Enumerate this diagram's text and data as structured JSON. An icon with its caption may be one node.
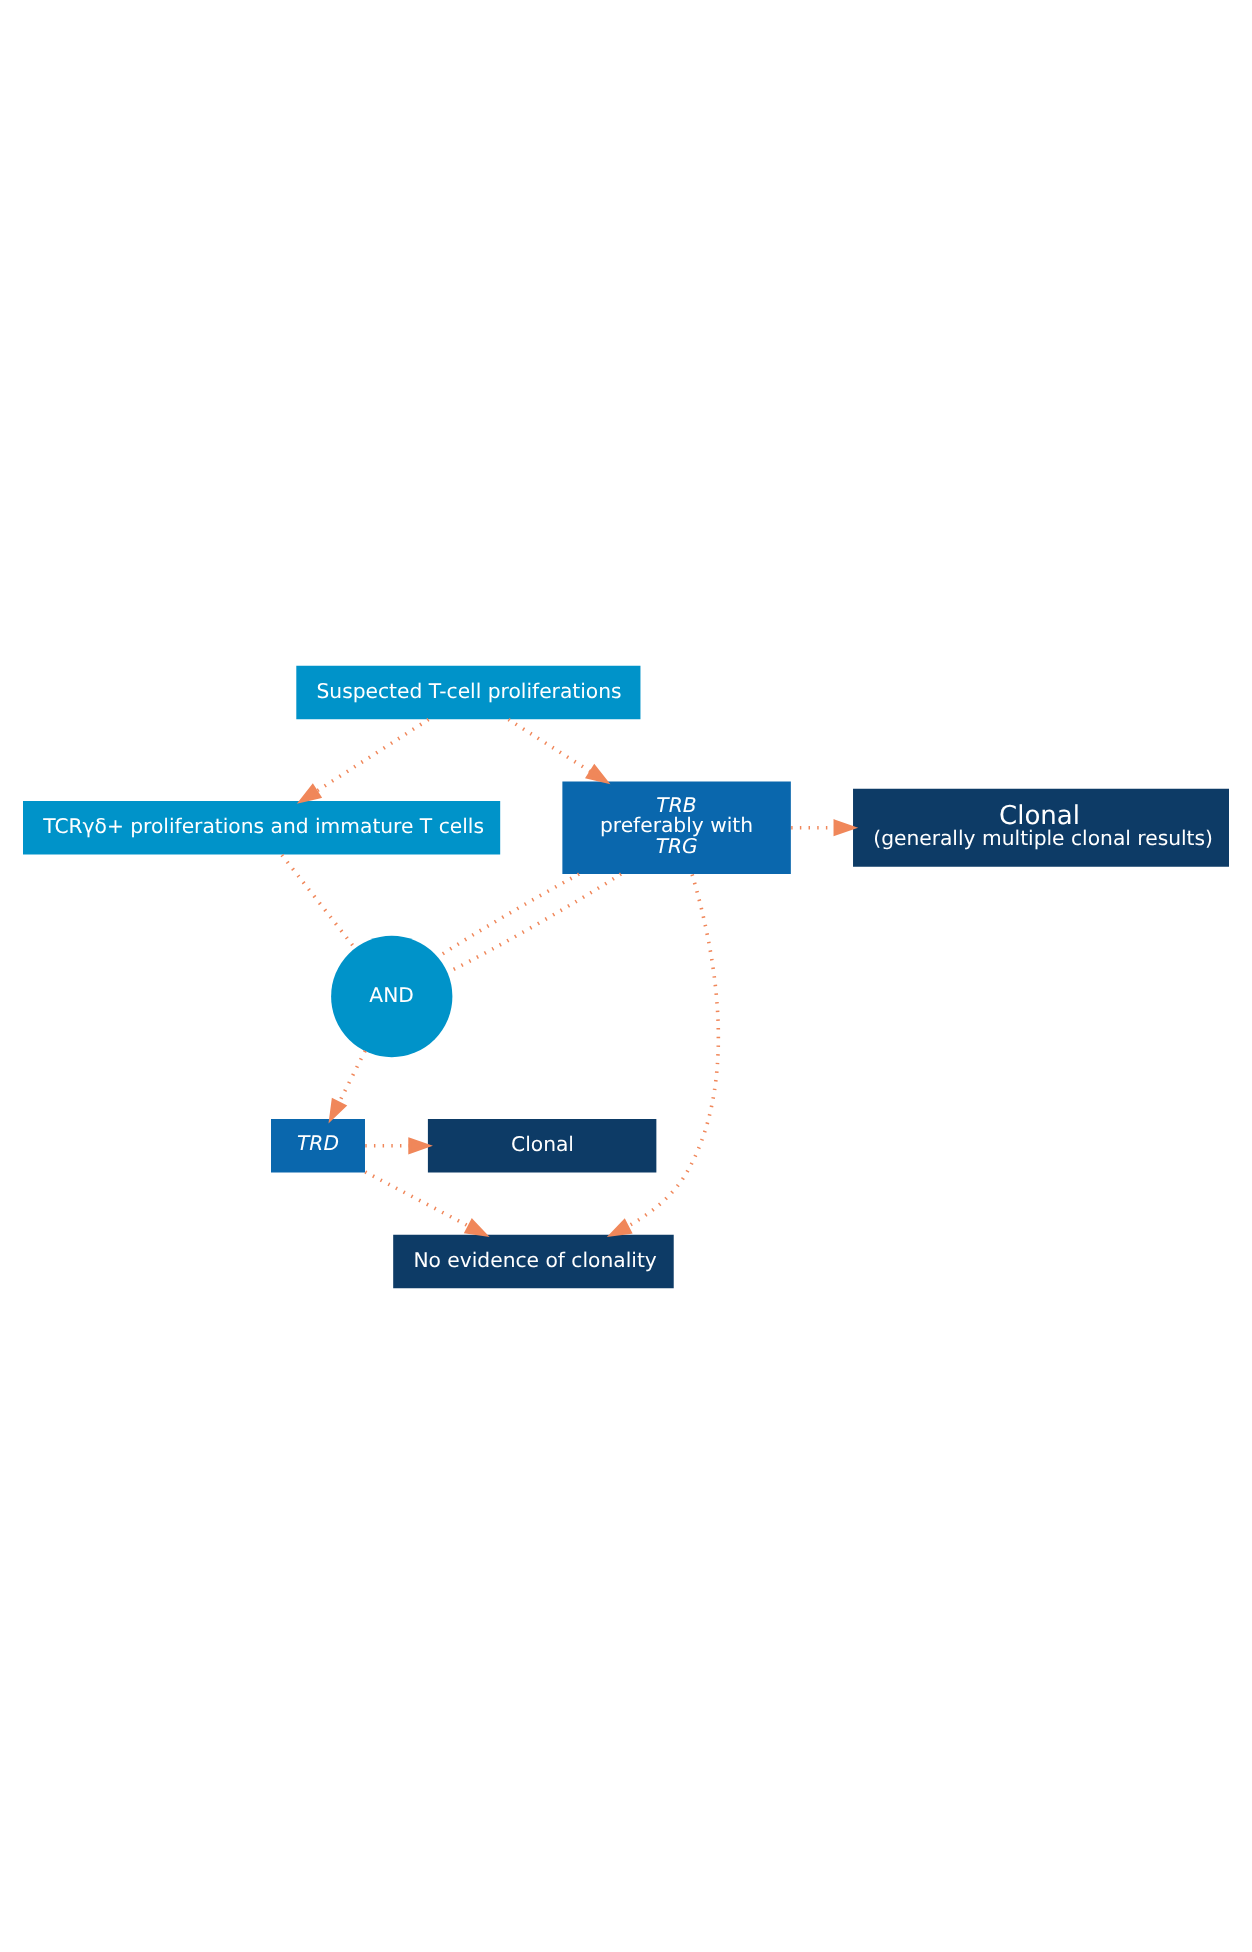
{
  "diagram": {
    "nodes": [
      {
        "text": [
          "Suspected T-cell proliferations"
        ]
      },
      {
        "text": [
          "TCRγδ+ proliferations and immature T cells"
        ]
      },
      {
        "text": [
          "TRB",
          "preferably with",
          "TRG"
        ]
      },
      {
        "text": [
          "Clonal",
          "(generally multiple clonal results)"
        ]
      },
      {
        "text": [
          "AND"
        ]
      },
      {
        "text": [
          "TRD"
        ]
      },
      {
        "text": [
          "Clonal"
        ]
      },
      {
        "text": [
          "No evidence of clonality"
        ]
      }
    ],
    "edges": [
      {
        "from": 0,
        "to": 2,
        "arrow": "to"
      },
      {
        "from": 0,
        "to": 1,
        "arrow": "to"
      },
      {
        "from": 1,
        "to": 4,
        "arrow": "none"
      },
      {
        "from": 2,
        "to": 3,
        "arrow": "to"
      },
      {
        "from": 2,
        "to": 4,
        "arrow": "none"
      },
      {
        "from": 2,
        "to": 4,
        "arrow": "none"
      },
      {
        "from": 2,
        "to": 7,
        "arrow": "to"
      },
      {
        "from": 4,
        "to": 5,
        "arrow": "to"
      },
      {
        "from": 5,
        "to": 6,
        "arrow": "to"
      },
      {
        "from": 5,
        "to": 7,
        "arrow": "to"
      }
    ]
  }
}
